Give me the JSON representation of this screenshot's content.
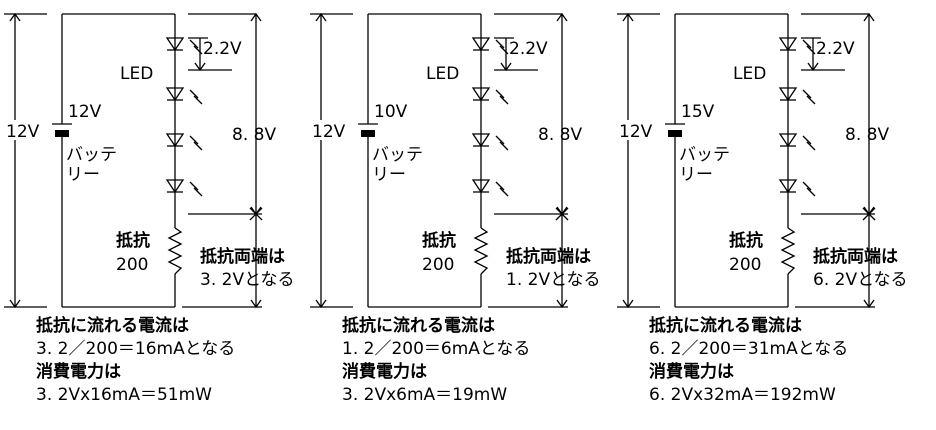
{
  "circuits": [
    {
      "total_label": "12V",
      "battery_voltage": "12V",
      "battery_label_1": "バッテ",
      "battery_label_2": "リー",
      "led_label": "LED",
      "led_drop": "2.2V",
      "led_total": "8. 8V",
      "resistor_label": "抵抗",
      "resistor_value": "200",
      "resistor_note_1": "抵抗両端は",
      "resistor_note_2": "3. 2Vとなる",
      "calc_1": "抵抗に流れる電流は",
      "calc_2": "3. 2／200＝16mAとなる",
      "calc_3": "消費電力は",
      "calc_4": "3. 2Vx16mA＝51mW"
    },
    {
      "total_label": "12V",
      "battery_voltage": "10V",
      "battery_label_1": "バッテ",
      "battery_label_2": "リー",
      "led_label": "LED",
      "led_drop": "2.2V",
      "led_total": "8. 8V",
      "resistor_label": "抵抗",
      "resistor_value": "200",
      "resistor_note_1": "抵抗両端は",
      "resistor_note_2": "1. 2Vとなる",
      "calc_1": "抵抗に流れる電流は",
      "calc_2": "1. 2／200＝6mAとなる",
      "calc_3": "消費電力は",
      "calc_4": "3. 2Vx6mA＝19mW"
    },
    {
      "total_label": "12V",
      "battery_voltage": "15V",
      "battery_label_1": "バッテ",
      "battery_label_2": "リー",
      "led_label": "LED",
      "led_drop": "2.2V",
      "led_total": "8. 8V",
      "resistor_label": "抵抗",
      "resistor_value": "200",
      "resistor_note_1": "抵抗両端は",
      "resistor_note_2": "6. 2Vとなる",
      "calc_1": "抵抗に流れる電流は",
      "calc_2": "6. 2／200＝31mAとなる",
      "calc_3": "消費電力は",
      "calc_4": "6. 2Vx32mA＝192mW"
    }
  ]
}
